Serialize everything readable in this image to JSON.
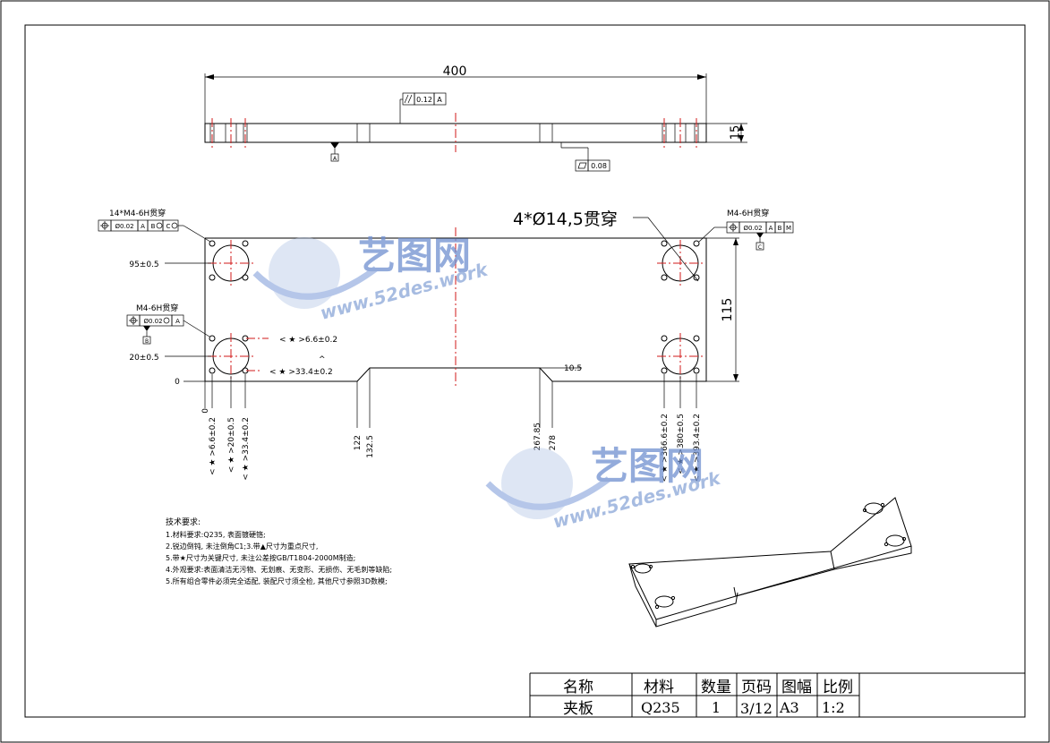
{
  "top_view": {
    "overall_length": "400",
    "thickness": "15",
    "parallelism_tol": "0.12",
    "parallelism_ref": "A",
    "flatness_tol": "0.08",
    "datum_a": "A"
  },
  "plan_view": {
    "hole_callout_big": "4*Ø14,5贯穿",
    "tl_callout": "14*M4-6H贯穿",
    "tl_fcf": {
      "pos_tol": "Ø0.02",
      "ref1": "A",
      "ref2": "B",
      "ref3": "C"
    },
    "tr_callout": "M4-6H贯穿",
    "tr_fcf": {
      "pos_tol": "Ø0.02",
      "ref1": "A",
      "ref2": "B",
      "ref3": "M"
    },
    "tr_datum": "C",
    "ml_callout": "M4-6H贯穿",
    "ml_fcf": {
      "pos_tol": "Ø0.02",
      "ref1": "A"
    },
    "ml_datum": "B",
    "dim_95": "95±0.5",
    "dim_20": "20±0.5",
    "dim_0": "0",
    "dim_115": "115",
    "dim_10_5": "10.5",
    "dim_66": "< ★ >6.6±0.2",
    "dim_334": "< ★ >33.4±0.2",
    "dim_caret": "^",
    "x_dims": [
      "0",
      "< ★ >6.6±0.2",
      "< ★ >20±0.5",
      "< ★ >33.4±0.2",
      "122",
      "132.5",
      "267.85",
      "278",
      "< ★ >366.6±0.2",
      "< ★ >380±0.5",
      "< ★ >393.4±0.2"
    ]
  },
  "watermark": {
    "brand": "艺图网",
    "url": "www.52des.work"
  },
  "notes": {
    "title": "技术要求:",
    "items": [
      "1.材料要求:Q235, 表面镀硬铬;",
      "2.锐边倒钝, 未注倒角C1;3.带▲尺寸为重点尺寸,",
      "5.带★尺寸为关键尺寸, 未注公差按GB/T1804-2000M制造;",
      "4.外观要求:表面清洁无污物、无划痕、无变形、无损伤、无毛刺等缺陷;",
      "5.所有组合零件必须完全适配, 装配尺寸须全检, 其他尺寸参照3D数模;"
    ]
  },
  "title_block": {
    "headers": [
      "名称",
      "材料",
      "数量",
      "页码",
      "图幅",
      "比例"
    ],
    "values": [
      "夹板",
      "Q235",
      "1",
      "3/12",
      "A3",
      "1:2"
    ]
  }
}
